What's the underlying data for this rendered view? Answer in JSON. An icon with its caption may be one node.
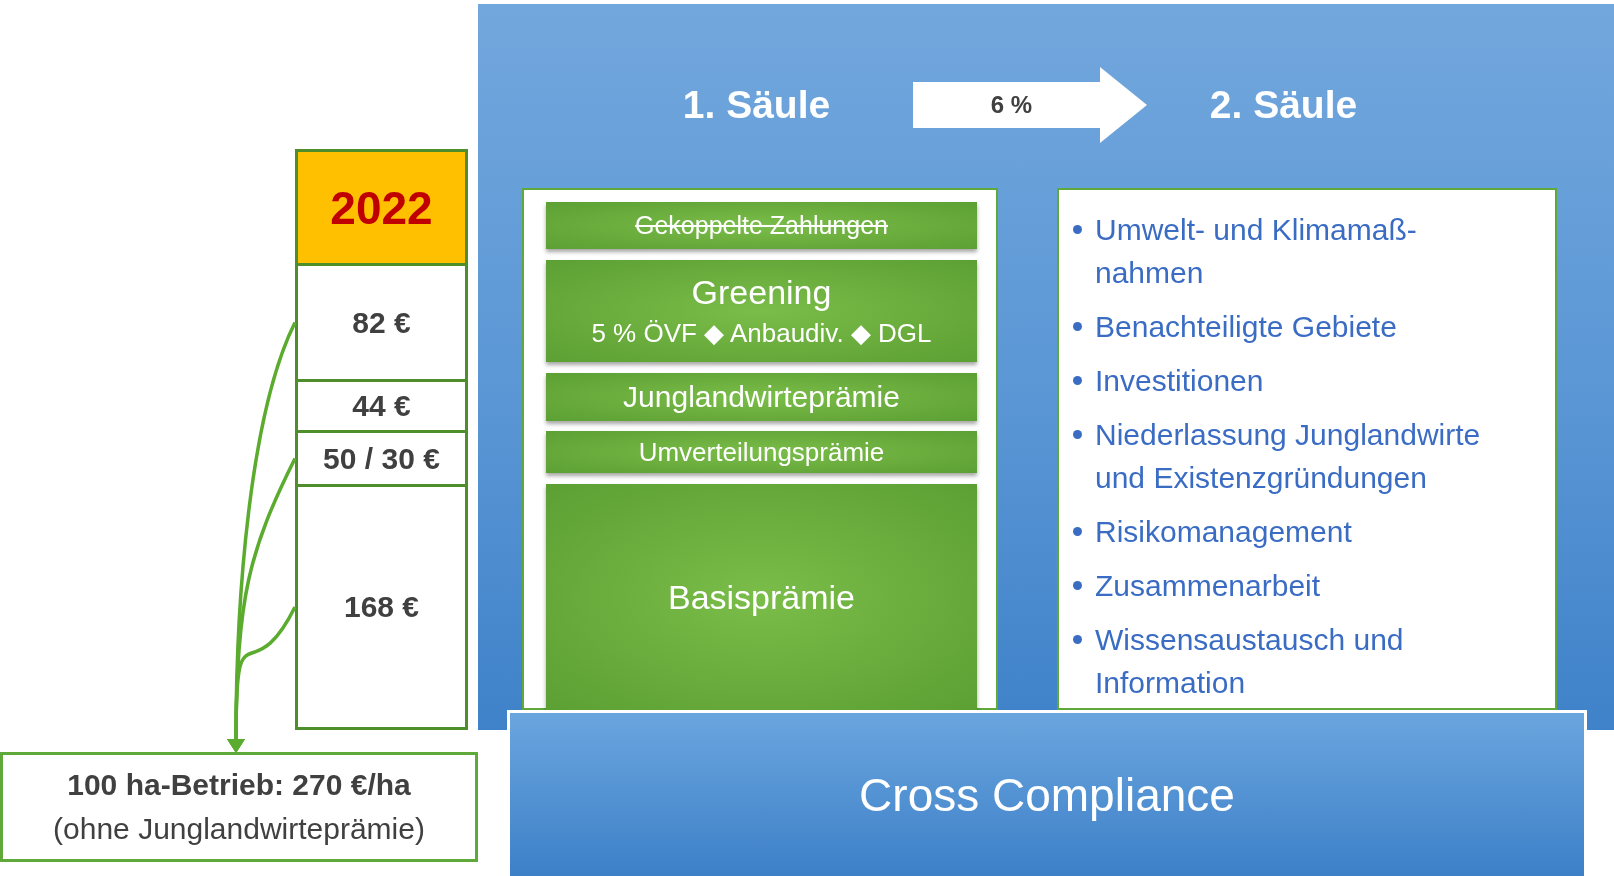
{
  "diagram": {
    "nodes": [
      {
        "text": [],
        "shape": "box"
      },
      {
        "text": [
          "1. Säule"
        ],
        "in": 0
      },
      {
        "text": [
          "2. Säule"
        ],
        "in": 0
      },
      {
        "text": [],
        "shape": "box",
        "in": 0
      },
      {
        "text": [
          "Gekoppelte Zahlungen"
        ],
        "in": 3
      },
      {
        "text": [
          "Greening",
          "5 % ÖVF ◆ Anbaudiv. ◆ DGL"
        ],
        "in": 3
      },
      {
        "text": [
          "Junglandwirteprämie"
        ],
        "in": 3
      },
      {
        "text": [
          "Umverteilungsprämie"
        ],
        "in": 3
      },
      {
        "text": [
          "Basisprämie"
        ],
        "in": 3
      },
      {
        "text": [
          "Umwelt- und Klimamaß- nahmen",
          "Benachteiligte Gebiete",
          "Investitionen",
          "Niederlassung Junglandwirte und Existenzgründungen",
          "Risikomanagement",
          "Zusammenarbeit",
          "Wissensaustausch und Information"
        ],
        "in": 0
      },
      {
        "text": [
          "Cross Compliance"
        ]
      },
      {
        "text": [
          "2022"
        ]
      },
      {
        "text": [
          "82 €"
        ]
      },
      {
        "text": [
          "44 €"
        ]
      },
      {
        "text": [
          "50 / 30 €"
        ]
      },
      {
        "text": [
          "168 €"
        ]
      },
      {
        "text": [
          "100 ha-Betrieb: 270 €/ha",
          "(ohne Junglandwirteprämie)"
        ]
      }
    ],
    "edges": [
      {
        "from": 1,
        "to": 2,
        "arrow": "to",
        "label": "6 %",
        "style": "thick",
        "color": "#ffffff"
      },
      {
        "from": 12,
        "to": 16,
        "arrow": "to"
      },
      {
        "from": 14,
        "to": 16,
        "arrow": "to"
      },
      {
        "from": 15,
        "to": 16,
        "arrow": "to"
      }
    ]
  }
}
